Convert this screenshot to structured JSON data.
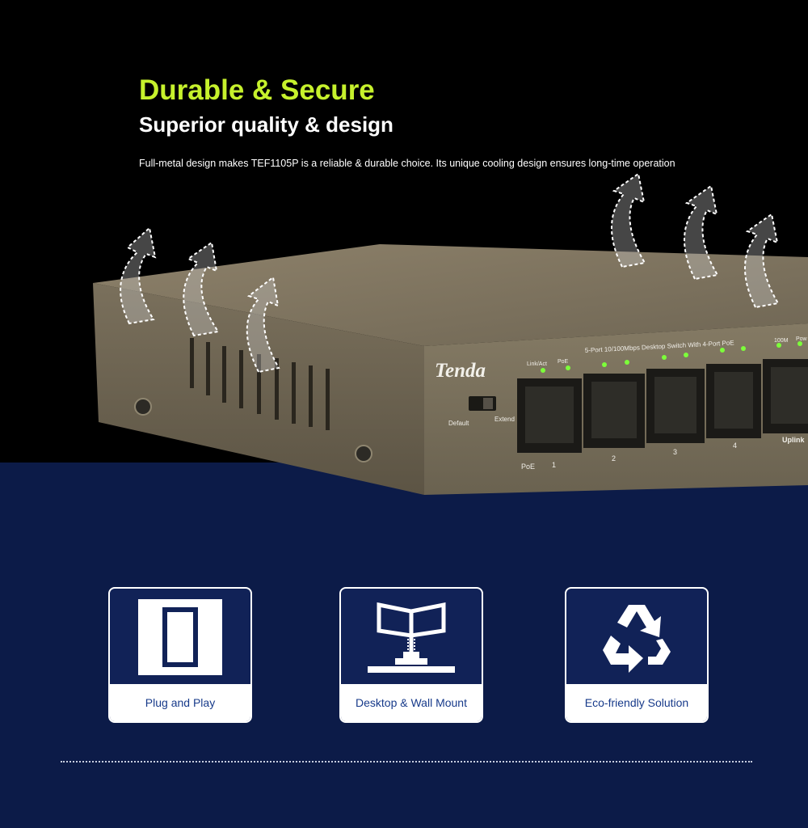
{
  "hero": {
    "headline": "Durable & Secure",
    "subheadline": "Superior quality & design",
    "description": "Full-metal design makes TEF1105P is a reliable & durable choice. Its unique cooling design ensures long-time operation",
    "headline_color": "#c6f12c"
  },
  "device": {
    "brand": "Tenda",
    "model_label": "5-Port 10/100Mbps Desktop Switch With 4-Port PoE",
    "led_labels": [
      "Link/Act",
      "PoE",
      "100M",
      "Pow"
    ],
    "switch_labels": [
      "Default",
      "Extend"
    ],
    "port_labels": [
      "PoE",
      "1",
      "2",
      "3",
      "4",
      "Uplink"
    ]
  },
  "features": [
    {
      "label": "Plug and Play",
      "icon": "plug-and-play-icon"
    },
    {
      "label": "Desktop & Wall Mount",
      "icon": "wall-mount-icon"
    },
    {
      "label": "Eco-friendly Solution",
      "icon": "recycle-icon"
    }
  ],
  "colors": {
    "top_background": "#000000",
    "bottom_background": "#0c1b48",
    "card_label": "#173a8a",
    "led_green": "#7cff3a"
  }
}
